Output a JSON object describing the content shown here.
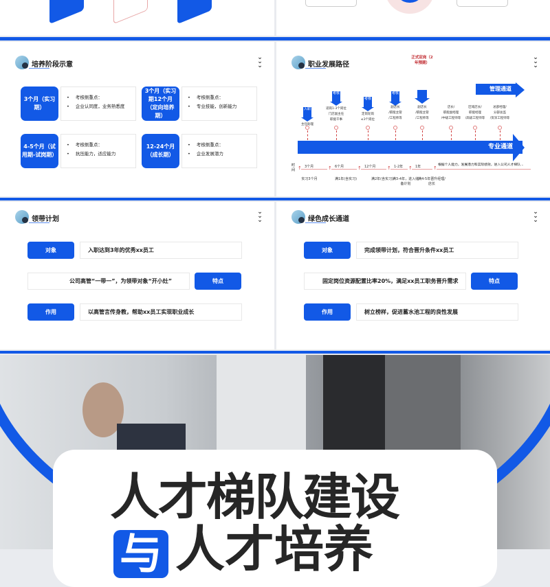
{
  "colors": {
    "accent": "#1259e6",
    "red": "#c0282e"
  },
  "stages": {
    "title": "培养阶段示意",
    "items": [
      {
        "label": "3个月（实习期）",
        "points": [
          "考核侧重点：",
          "企业认同度，业务熟悉度"
        ]
      },
      {
        "label": "3个月（实习期12个月（定向培养期）",
        "points": [
          "考核侧重点：",
          "专业技能，创新能力"
        ]
      },
      {
        "label": "4-5个月（试用期-试岗期）",
        "points": [
          "考核侧重点：",
          "抗压能力，适应能力"
        ]
      },
      {
        "label": "12-24个月（成长期）",
        "points": [
          "考核侧重点：",
          "企业发展潜力"
        ]
      }
    ]
  },
  "career": {
    "title": "职业发展路径",
    "formal": "正式定岗（2年预期）",
    "management": "管理通道",
    "professional": "专业通道",
    "time_label": "时间",
    "milestones": [
      {
        "tag": "入职",
        "text": [
          "主任助理"
        ]
      },
      {
        "tag": "考核",
        "text": [
          "适岗1-3个岗位",
          "门店副主任",
          "职能干事"
        ]
      },
      {
        "tag": "考核",
        "text": [
          "定岗轮岗",
          "≤3个岗位"
        ]
      },
      {
        "tag": "考核",
        "text": [
          "副店长",
          "/职能主管",
          "/工程师等"
        ]
      },
      {
        "tag": "",
        "text": [
          "副店长",
          "/职能主管",
          "/工程师等"
        ]
      },
      {
        "tag": "",
        "text": [
          "店长/",
          "职能副经理",
          "/中级工程师等"
        ]
      },
      {
        "tag": "",
        "text": [
          "区域店长/",
          "职能经理",
          "/高级工程师等"
        ]
      },
      {
        "tag": "",
        "text": [
          "总部经理/",
          "分部总监",
          "/资深工程师等"
        ]
      }
    ],
    "durations": [
      "3个月",
      "6个月",
      "12个月",
      "1-2年",
      "1年"
    ],
    "stages": [
      "实习3个月",
      "满1年(含实习)",
      "满2年(含实习)",
      "满3-4年，进入储备计划",
      "满4-5年晋升经理/店长"
    ],
    "note": "根据个人能力，发展潜力和实际绩效，进入公司人才梯队..."
  },
  "mentor": {
    "title": "领带计划",
    "target_label": "对象",
    "target": "入职达到3年的优秀xx员工",
    "feature_label": "特点",
    "feature": "公司高管“一带一”，为领带对象“开小灶”",
    "effect_label": "作用",
    "effect": "以高管言传身教，帮助xx员工实现职业成长"
  },
  "green": {
    "title": "绿色成长通道",
    "target_label": "对象",
    "target": "完成领带计划，符合晋升条件xx员工",
    "feature_label": "特点",
    "feature": "固定岗位资源配置比率20%，满足xx员工职务晋升需求",
    "effect_label": "作用",
    "effect": "树立榜样，促进蓄水池工程的良性发展"
  },
  "cover": {
    "line1": "人才梯队建设",
    "connector": "与",
    "line2": "人才培养"
  }
}
